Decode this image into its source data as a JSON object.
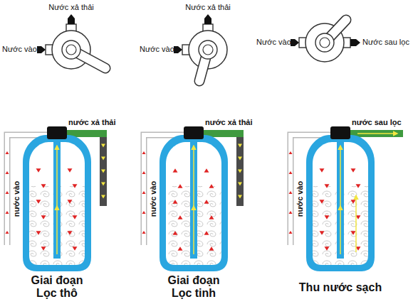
{
  "diagram": {
    "labels": [
      "Nước xả thải",
      "Nước vào",
      "Nước xả thải",
      "Nước vào",
      "Nước vào",
      "Nước sau lọc",
      "nước xả thải",
      "nước vào",
      "nước xả thải",
      "nước vào",
      "nước sau lọc",
      "nước vào",
      "Giai đoạn Lọc thô",
      "Giai đoạn Lọc tinh",
      "Thu nước sạch"
    ]
  }
}
